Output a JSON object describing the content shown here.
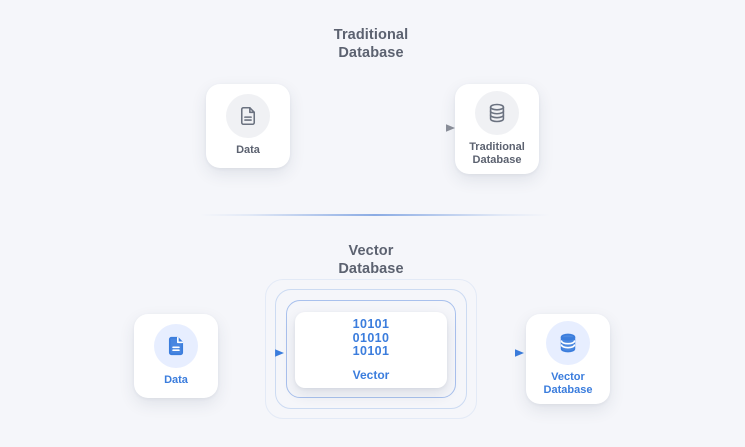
{
  "background_color": "#f5f6fa",
  "accent_color": "#3b7ddd",
  "muted_color": "#5c6270",
  "sections": {
    "traditional": {
      "title": "Traditional\nDatabase",
      "source_card": {
        "label": "Data",
        "icon": "document-icon"
      },
      "target_card": {
        "label": "Traditional\nDatabase",
        "icon": "database-icon"
      },
      "arrow": {
        "name": "arrow-data-to-traditional-database",
        "color": "#8b8f99"
      }
    },
    "vector": {
      "title": "Vector\nDatabase",
      "source_card": {
        "label": "Data",
        "icon": "document-icon"
      },
      "vector_card": {
        "bits": [
          "10101",
          "01010",
          "10101"
        ],
        "label": "Vector"
      },
      "target_card": {
        "label": "Vector\nDatabase",
        "icon": "database-icon"
      },
      "arrow_in": {
        "name": "arrow-data-to-vector",
        "color": "#3b7ddd"
      },
      "arrow_out": {
        "name": "arrow-vector-to-vector-database",
        "color": "#3b7ddd"
      }
    }
  }
}
